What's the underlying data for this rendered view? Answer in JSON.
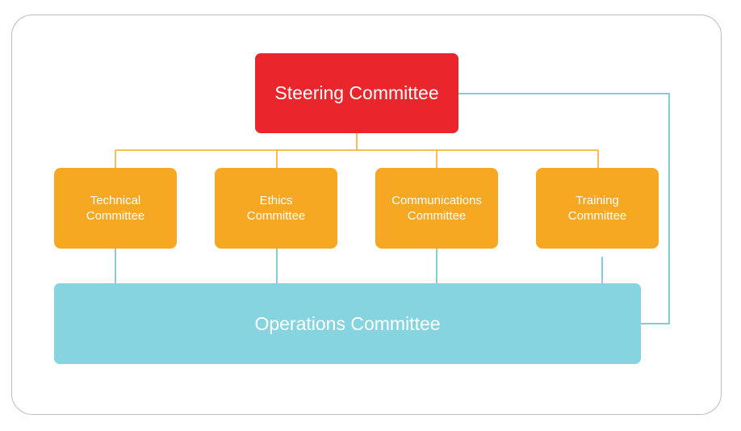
{
  "diagram": {
    "steering": {
      "label": "Steering Committee"
    },
    "committees": [
      {
        "line1": "Technical",
        "line2": "Committee"
      },
      {
        "line1": "Ethics",
        "line2": "Committee"
      },
      {
        "line1": "Communications",
        "line2": "Committee"
      },
      {
        "line1": "Training",
        "line2": "Committee"
      }
    ],
    "operations": {
      "label": "Operations Committee"
    }
  },
  "colors": {
    "steering": "#e8262b",
    "committee": "#f7a823",
    "operations": "#87d4e1",
    "orange_connector": "#f7a823",
    "blue_connector": "#5bbccc",
    "frame_border": "#bdbdbd"
  }
}
